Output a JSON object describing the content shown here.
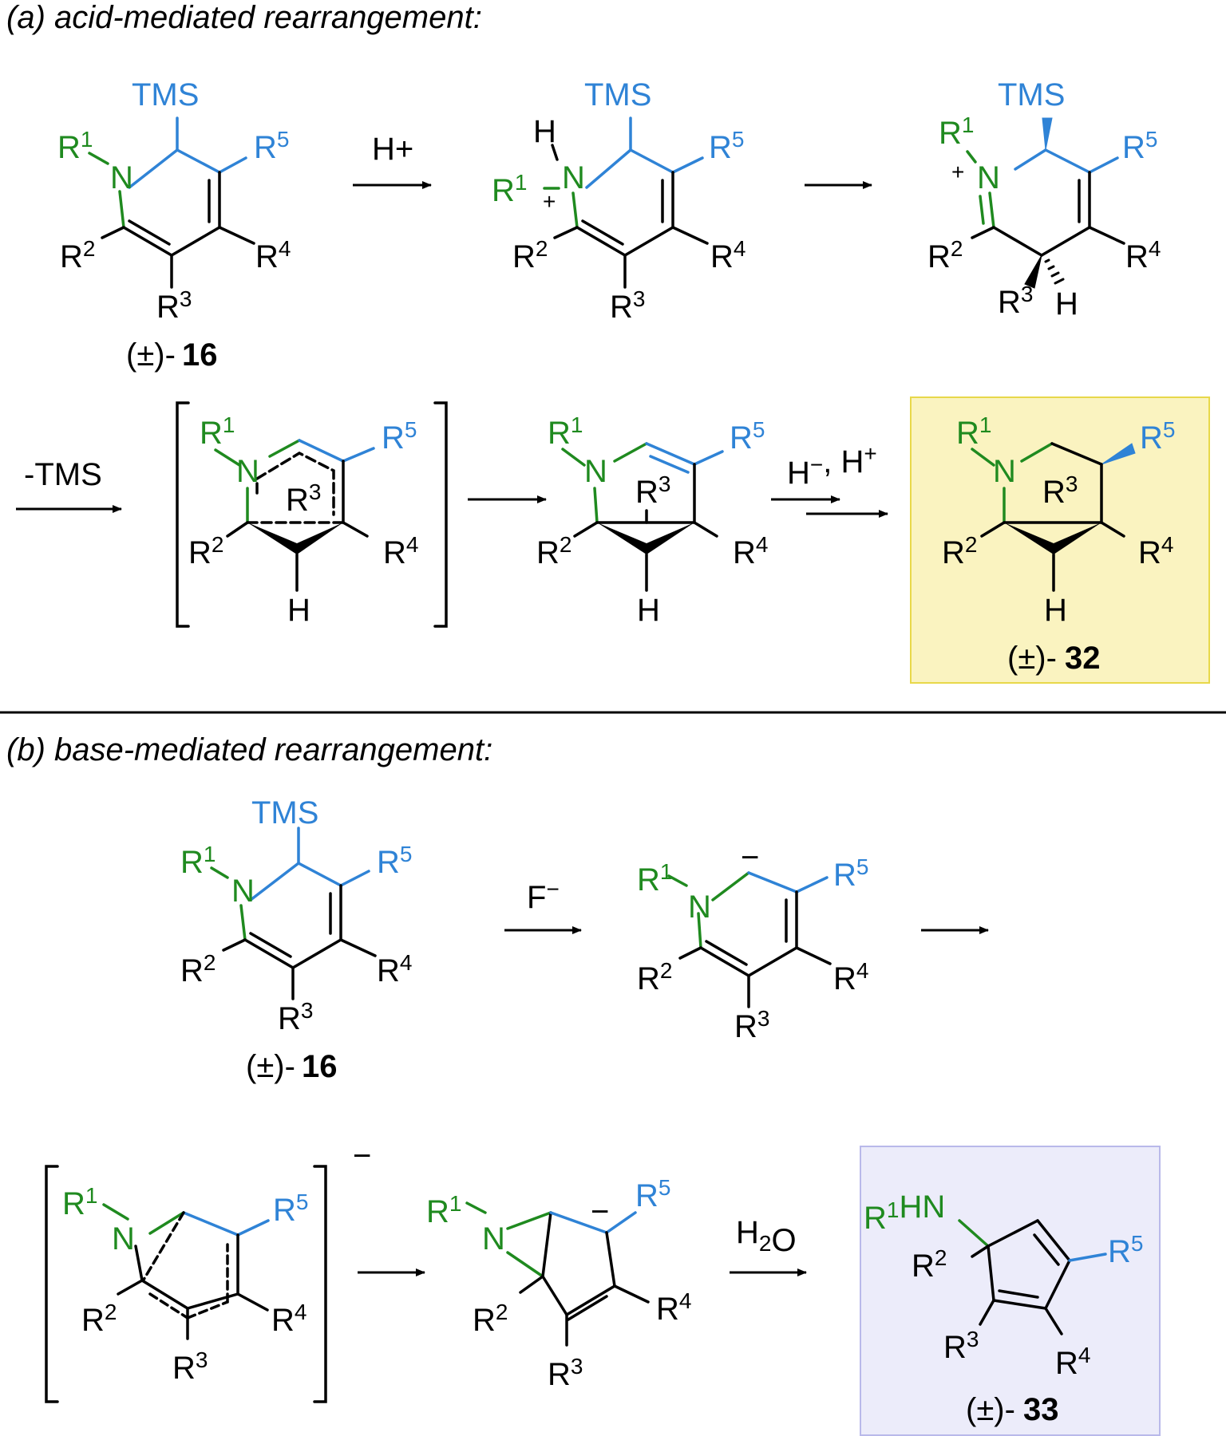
{
  "section_a": {
    "title": "(a) acid-mediated rearrangement:"
  },
  "section_b": {
    "title": "(b) base-mediated rearrangement:"
  },
  "colors": {
    "green": "#1f8a1f",
    "blue": "#2f83d6",
    "black": "#000000",
    "highlight_a": "#faf3c0",
    "highlight_a_border": "#e8d84a",
    "highlight_b": "#ececfa",
    "highlight_b_border": "#b9b9ea"
  },
  "labels": {
    "tms": "TMS",
    "r": "R",
    "n": "N",
    "h": "H",
    "one": "1",
    "two": "2",
    "three": "3",
    "four": "4",
    "five": "5",
    "plus": "+",
    "minus": "−",
    "hn": "HN"
  },
  "reagents": {
    "a1": "H+",
    "a3": "-TMS",
    "a5_h": "H",
    "a5_sep": ", H",
    "b1": "F",
    "b4_h": "H",
    "b4_o": "O"
  },
  "compounds": {
    "c16_prefix": "(±)-",
    "c16_num": "16",
    "c32_prefix": "(±)-",
    "c32_num": "32",
    "c33_prefix": "(±)-",
    "c33_num": "33"
  }
}
